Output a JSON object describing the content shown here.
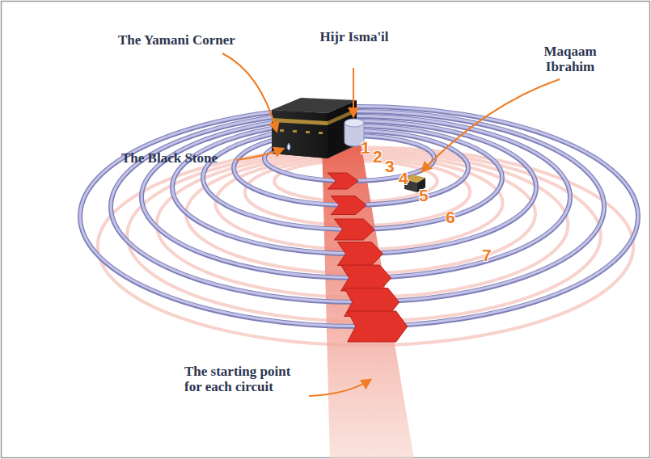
{
  "diagram": {
    "labels": [
      "The Yamani Corner",
      "Hijr Isma'il",
      "Maqaam Ibrahim",
      "The Black Stone",
      "The starting point for each circuit",
      "1",
      "2",
      "3",
      "4",
      "5",
      "6",
      "7"
    ]
  }
}
